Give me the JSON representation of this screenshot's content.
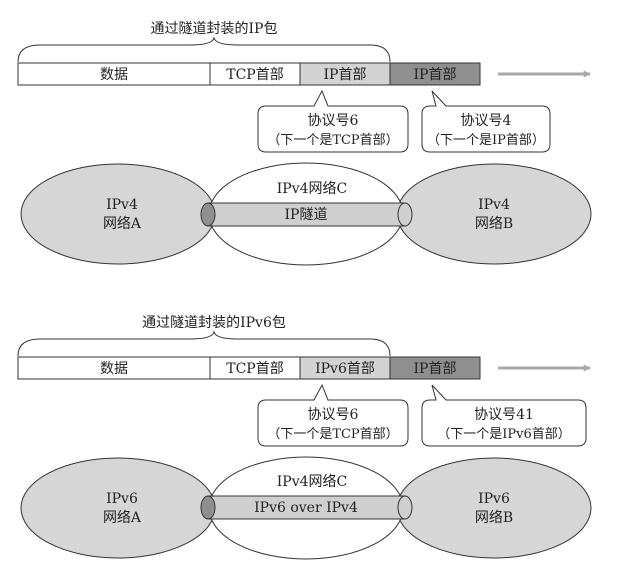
{
  "figures": [
    {
      "caption": "通过隧道封装的IP包",
      "packet": {
        "data": "数据",
        "tcp_header": "TCP首部",
        "inner_ip_header": "IP首部",
        "outer_ip_header": "IP首部"
      },
      "callout_inner": {
        "line1": "协议号6",
        "line2": "（下一个是TCP首部）"
      },
      "callout_outer": {
        "line1": "协议号4",
        "line2": "（下一个是IP首部）"
      },
      "network_a": {
        "line1": "IPv4",
        "line2": "网络A"
      },
      "network_c": "IPv4网络C",
      "tunnel": "IP隧道",
      "network_b": {
        "line1": "IPv4",
        "line2": "网络B"
      }
    },
    {
      "caption": "通过隧道封装的IPv6包",
      "packet": {
        "data": "数据",
        "tcp_header": "TCP首部",
        "inner_ip_header": "IPv6首部",
        "outer_ip_header": "IP首部"
      },
      "callout_inner": {
        "line1": "协议号6",
        "line2": "（下一个是TCP首部）"
      },
      "callout_outer": {
        "line1": "协议号41",
        "line2": "（下一个是IPv6首部）"
      },
      "network_a": {
        "line1": "IPv6",
        "line2": "网络A"
      },
      "network_c": "IPv4网络C",
      "tunnel": "IPv6 over IPv4",
      "network_b": {
        "line1": "IPv6",
        "line2": "网络B"
      }
    }
  ],
  "colors": {
    "oval_fill": "#d6d6d6",
    "inner_header_fill": "#d3d3d3",
    "outer_header_fill": "#8f8f8f",
    "tunnel_fill": "#cfcfcf",
    "tunnel_end_fill": "#8f8f8f",
    "arrow": "#a8a8a8"
  }
}
